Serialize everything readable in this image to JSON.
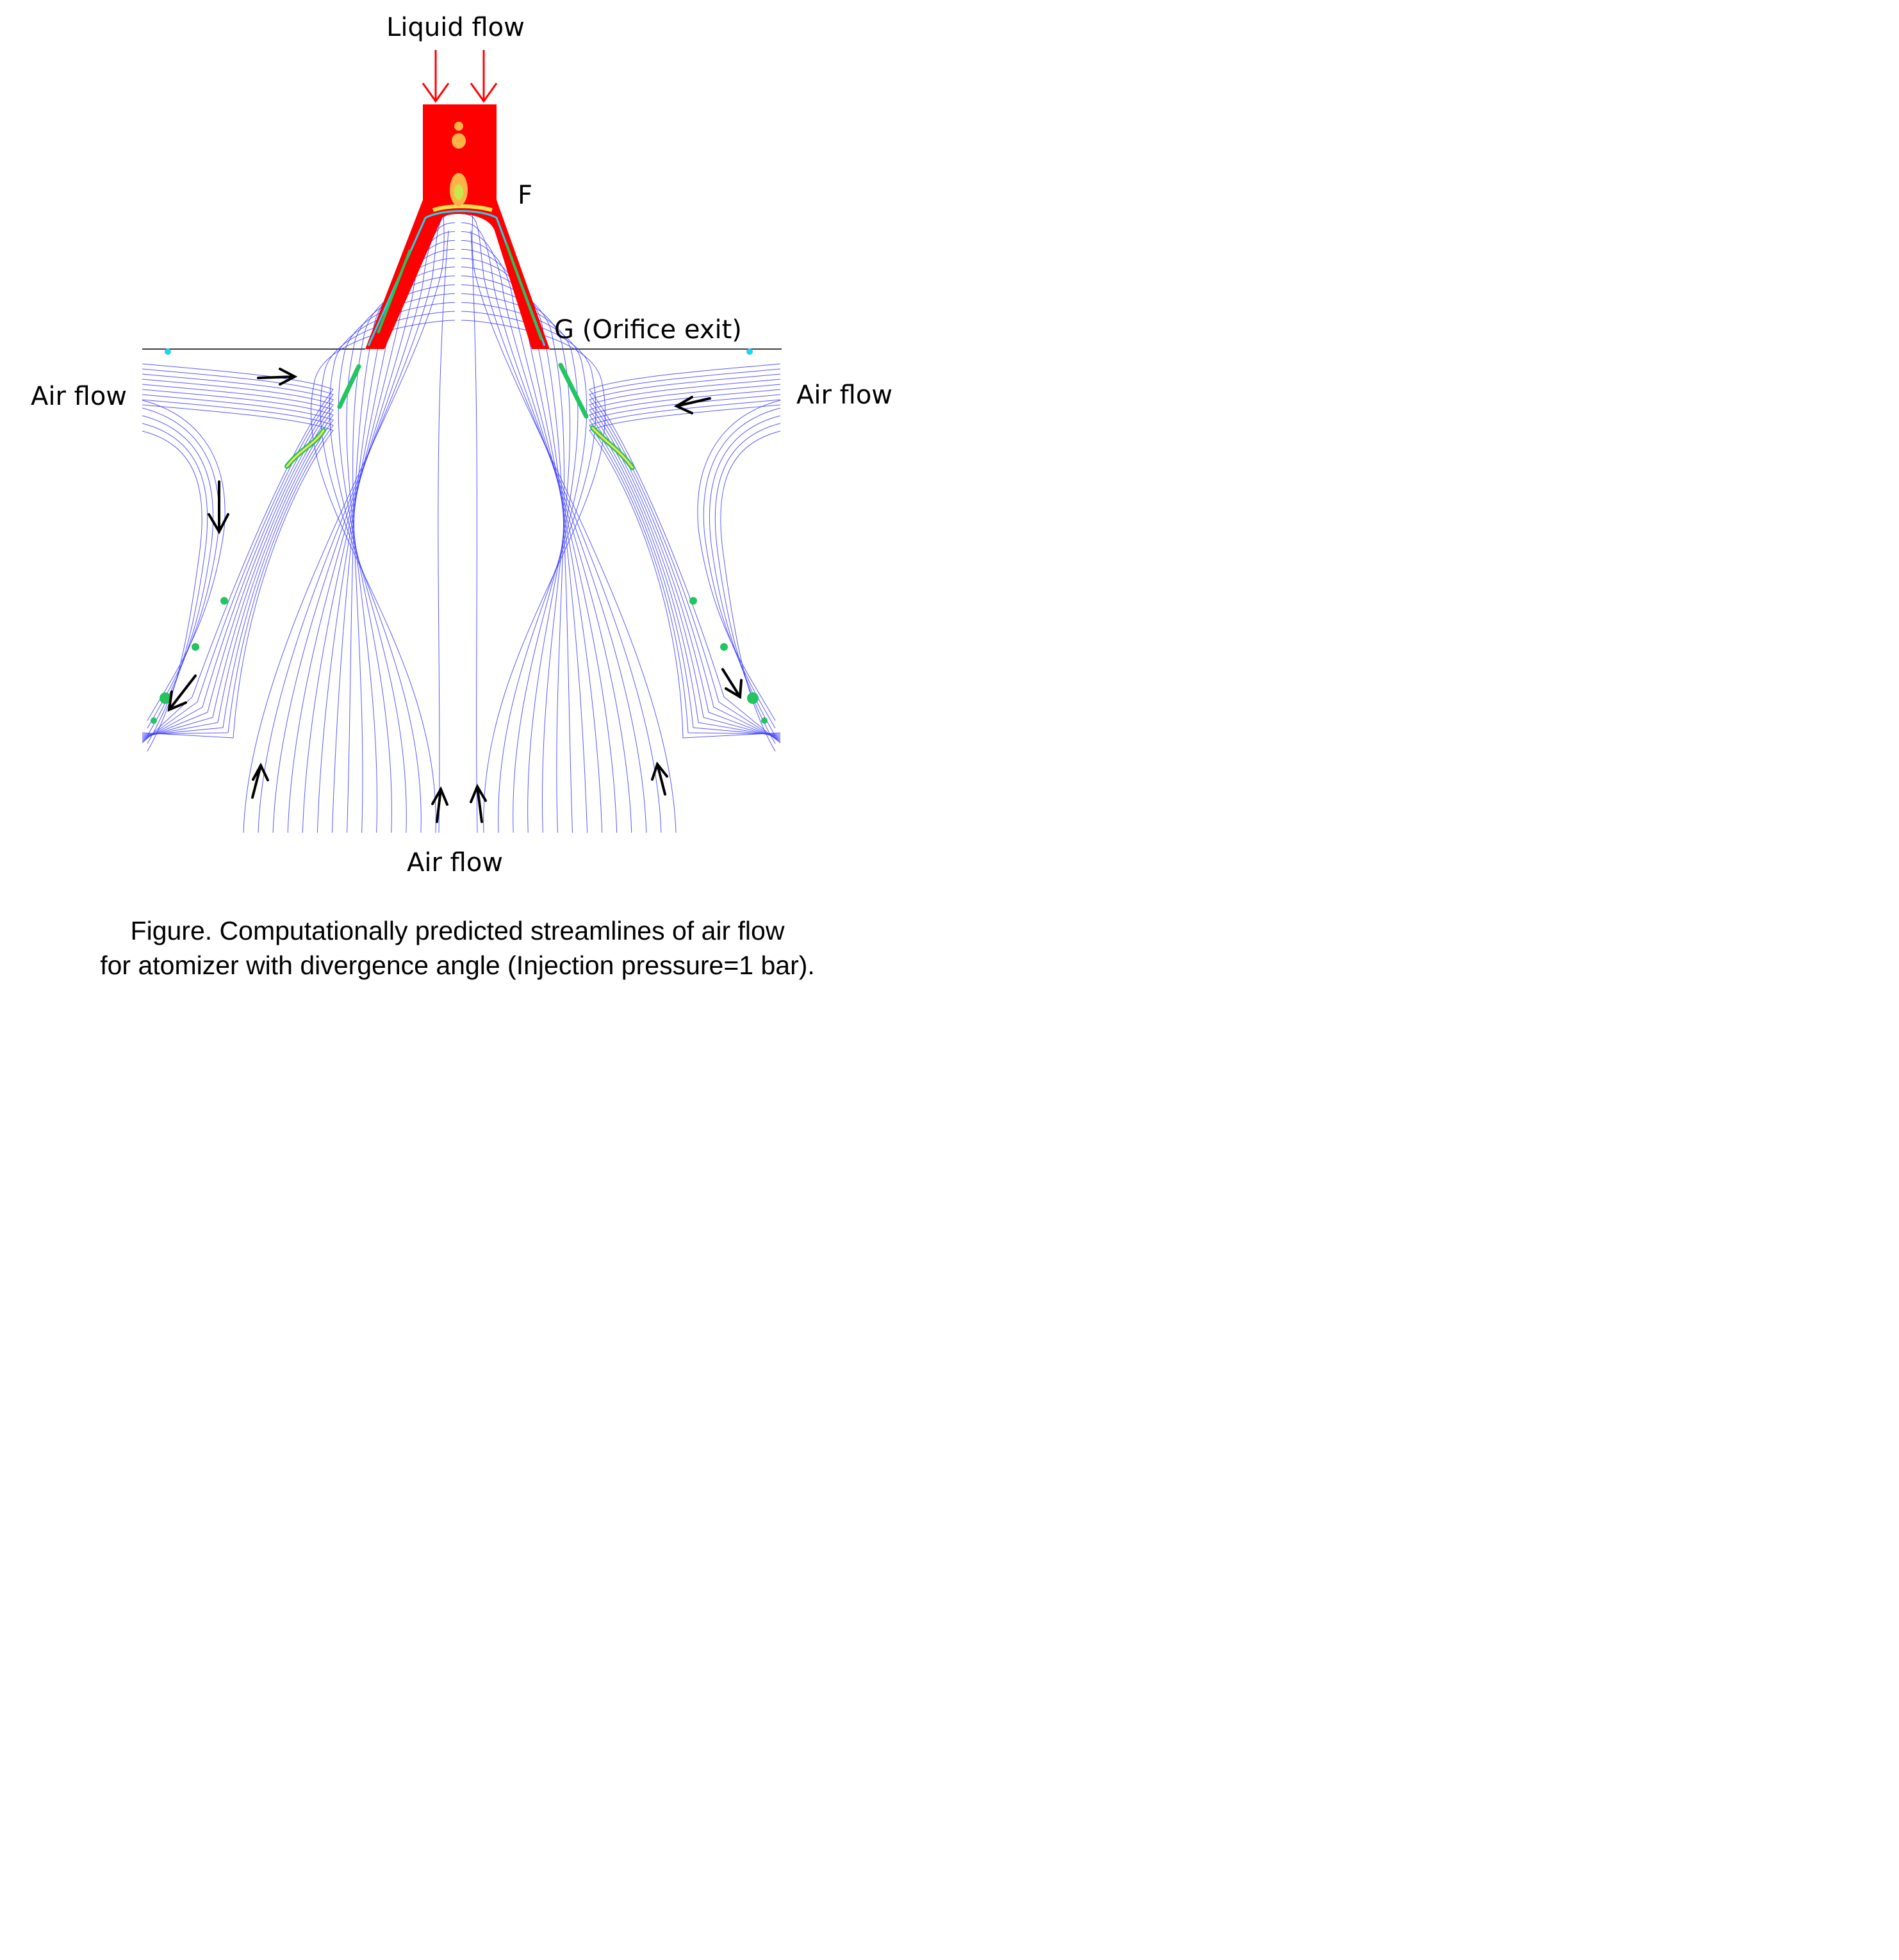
{
  "labels": {
    "liquid_flow": "Liquid flow",
    "point_f": "F",
    "point_g": "G (Orifice exit)",
    "air_flow_left": "Air flow",
    "air_flow_right": "Air flow",
    "air_flow_bottom": "Air flow"
  },
  "caption": {
    "line1": "Figure. Computationally predicted streamlines of air flow",
    "line2": "for atomizer with divergence angle (Injection pressure=1 bar)."
  },
  "colors": {
    "liquid": "#ff0000",
    "streamline": "#3a3aff",
    "annotation_arrow": "#000000",
    "liquid_arrow": "#ff0000",
    "interface_green": "#22c55e",
    "interface_cyan": "#22d3ee"
  }
}
